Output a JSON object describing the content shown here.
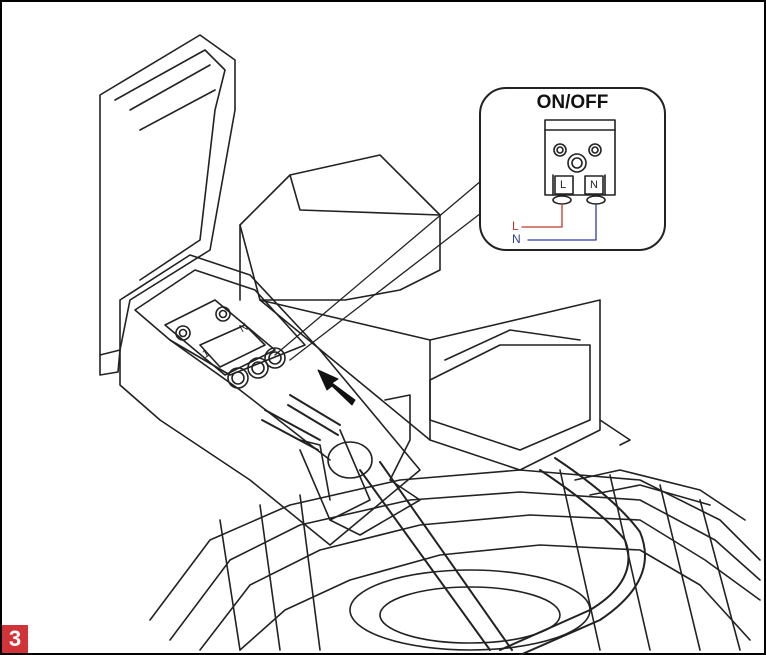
{
  "step": {
    "number": "3",
    "color": "#d13438"
  },
  "inset": {
    "title": "ON/OFF",
    "terminal_labels": [
      "L",
      "N"
    ],
    "wire_labels": [
      {
        "text": "L",
        "color": "#c0392b"
      },
      {
        "text": "N",
        "color": "#2c3e9e"
      }
    ]
  },
  "device_terminal_labels": [
    "1",
    "N"
  ],
  "icons": [
    "arrow-icon"
  ],
  "colors": {
    "line": "#222222",
    "frame": "#000000"
  }
}
